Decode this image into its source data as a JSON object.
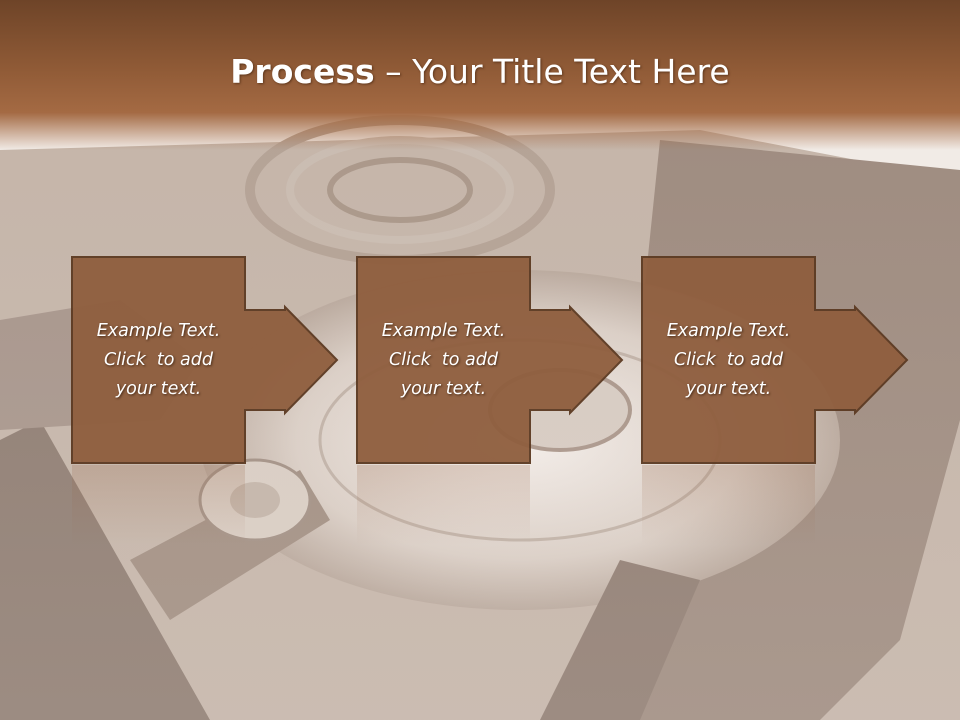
{
  "slide": {
    "title_bold": "Process",
    "title_rest": " – Your Title Text Here"
  },
  "steps": [
    {
      "lines": [
        "Example Text.",
        "Click  to add",
        "your text."
      ]
    },
    {
      "lines": [
        "Example Text.",
        "Click  to add",
        "your text."
      ]
    },
    {
      "lines": [
        "Example Text.",
        "Click  to add",
        "your text."
      ]
    }
  ],
  "colors": {
    "box_fill": "#8f5e3e",
    "box_stroke": "#5c3a22",
    "title_band": "#8f5a36"
  },
  "background": {
    "image_subject": "hard-disk-drive-photo"
  }
}
